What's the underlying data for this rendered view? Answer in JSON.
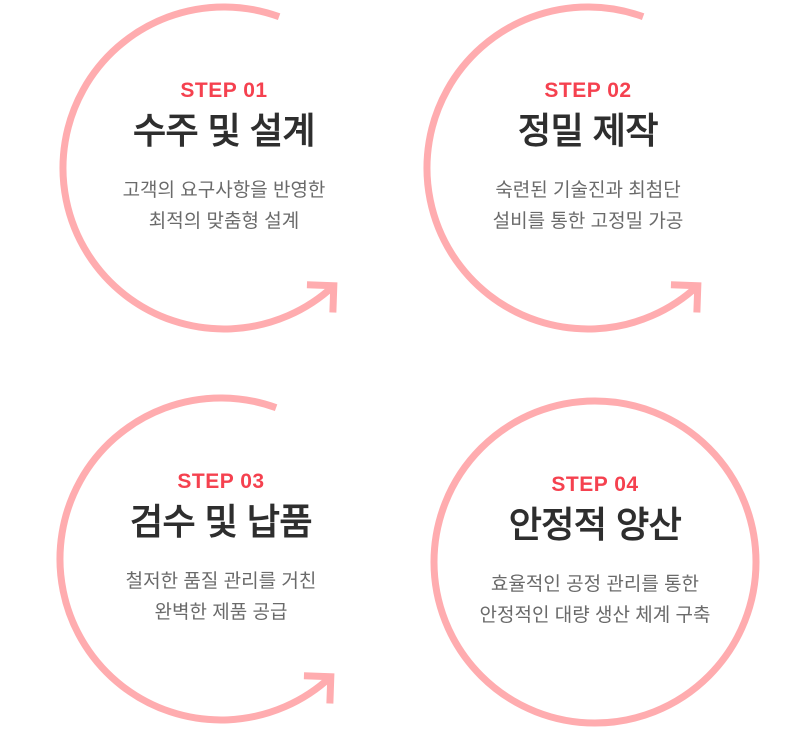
{
  "colors": {
    "step_label_red": "#f5414f",
    "ring_pink": "#ffacaf",
    "title_dark": "#2e2e2e",
    "description_gray": "#6a6a6a",
    "background": "#ffffff"
  },
  "steps": [
    {
      "label": "STEP 01",
      "title": "수주 및 설계",
      "description_lines": [
        "고객의 요구사항을 반영한",
        "최적의 맞춤형 설계"
      ],
      "ring": "open-arc-with-arrow"
    },
    {
      "label": "STEP 02",
      "title": "정밀 제작",
      "description_lines": [
        "숙련된 기술진과 최첨단",
        "설비를 통한 고정밀 가공"
      ],
      "ring": "open-arc-with-arrow"
    },
    {
      "label": "STEP 03",
      "title": "검수 및 납품",
      "description_lines": [
        "철저한 품질 관리를 거친",
        "완벽한 제품 공급"
      ],
      "ring": "open-arc-with-arrow"
    },
    {
      "label": "STEP 04",
      "title": "안정적 양산",
      "description_lines": [
        "효율적인 공정 관리를 통한",
        "안정적인 대량 생산 체계 구축"
      ],
      "ring": "closed-circle"
    }
  ]
}
